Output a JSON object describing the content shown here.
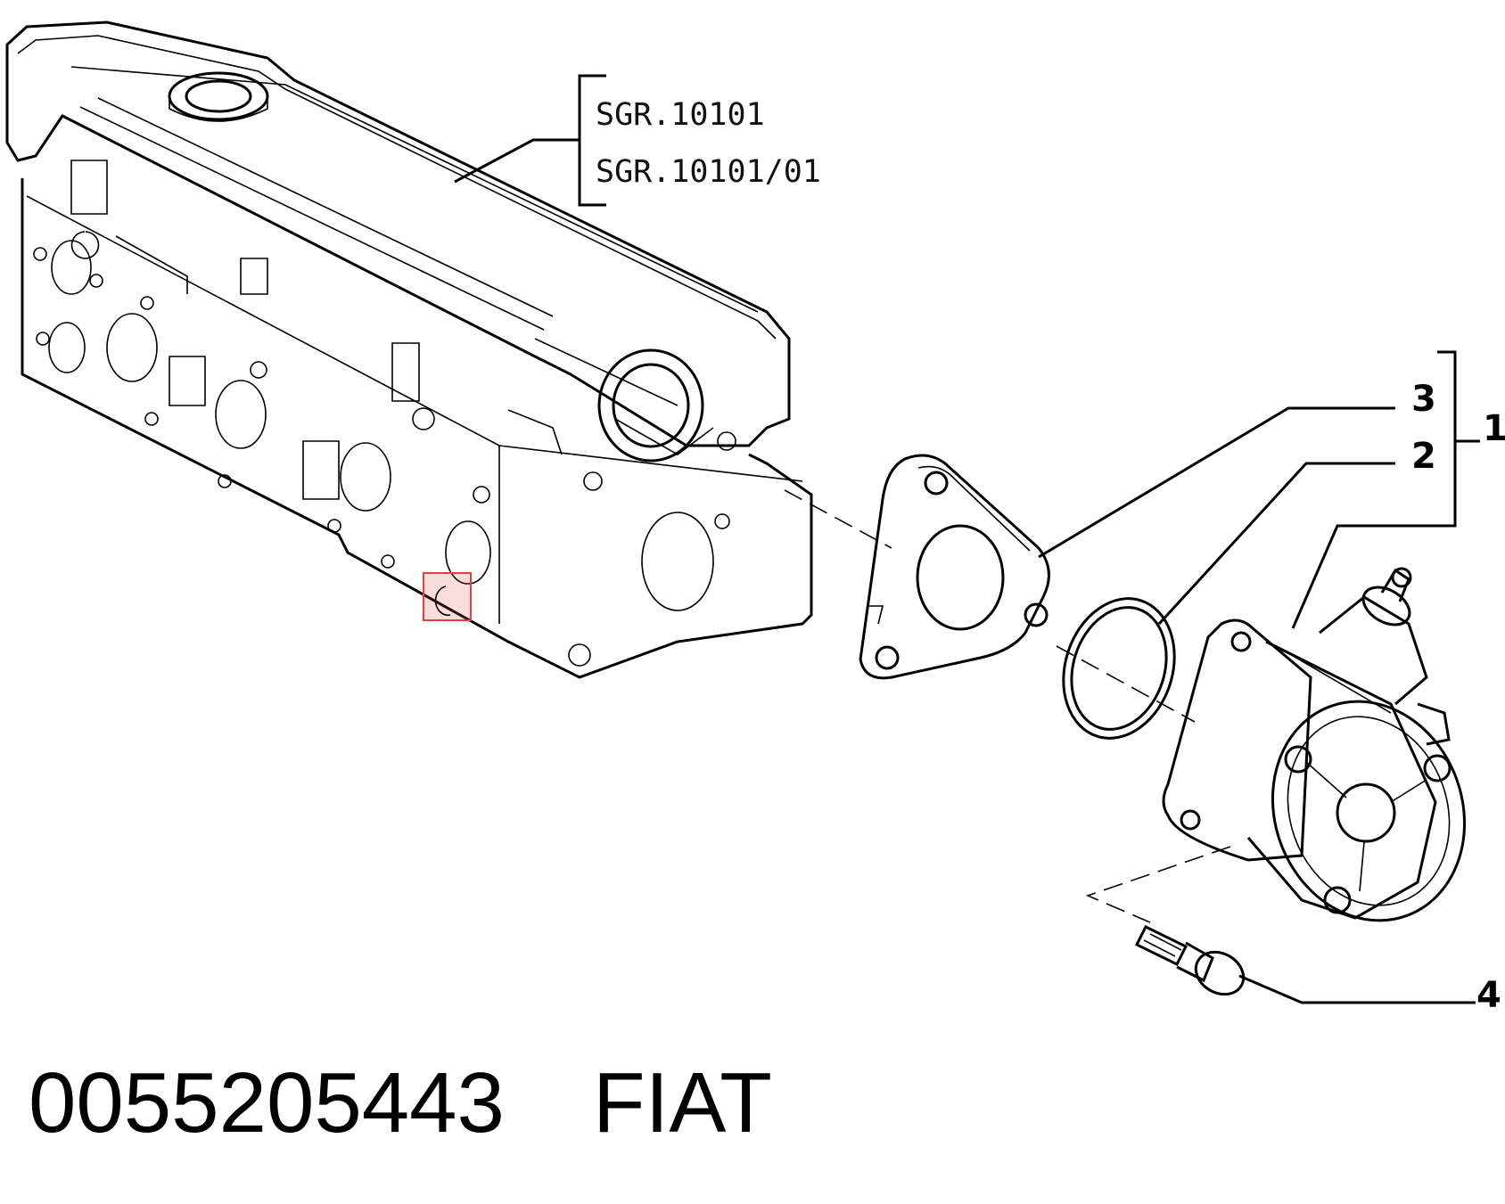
{
  "references": [
    "SGR.10101",
    "SGR.10101/01"
  ],
  "callouts": [
    {
      "number": "3",
      "part": "gasket"
    },
    {
      "number": "2",
      "part": "o-ring"
    },
    {
      "number": "1",
      "part": "vacuum pump assembly"
    },
    {
      "number": "4",
      "part": "bolt"
    }
  ],
  "part_number": "0055205443",
  "brand": "FIAT",
  "highlight_color": "#e04040"
}
